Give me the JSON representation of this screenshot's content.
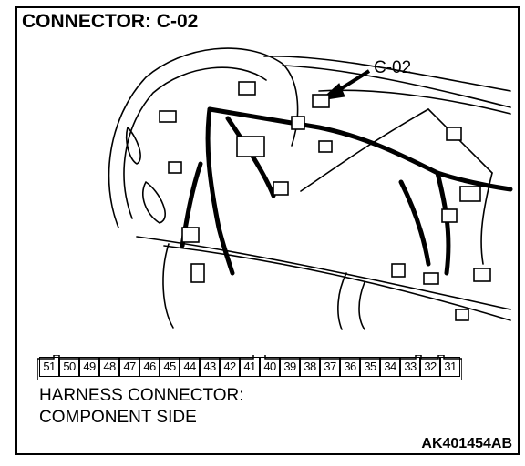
{
  "title": "CONNECTOR: C-02",
  "callout_label": "C-02",
  "connector": {
    "pins": [
      "51",
      "50",
      "49",
      "48",
      "47",
      "46",
      "45",
      "44",
      "43",
      "42",
      "41",
      "40",
      "39",
      "38",
      "37",
      "36",
      "35",
      "34",
      "33",
      "32",
      "31"
    ]
  },
  "caption": {
    "line1": "HARNESS CONNECTOR:",
    "line2": "COMPONENT SIDE"
  },
  "figure_code": "AK401454AB"
}
